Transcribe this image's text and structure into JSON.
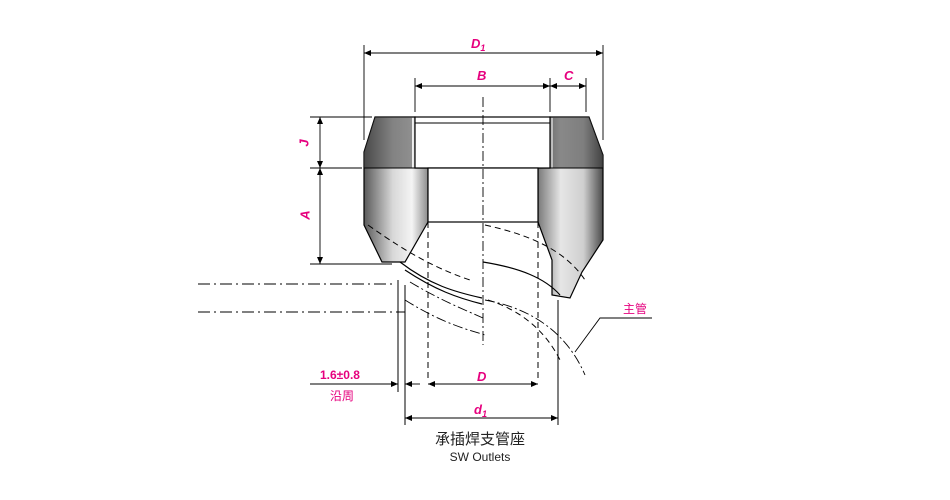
{
  "dimensions": {
    "D1": {
      "main": "D",
      "sub": "1"
    },
    "B": "B",
    "C": "C",
    "J": "J",
    "A": "A",
    "D": "D",
    "d1": {
      "main": "d",
      "sub": "1"
    },
    "gap": "1.6±0.8"
  },
  "labels": {
    "gap_note": "沿周",
    "main_pipe": "主管"
  },
  "caption": {
    "cn": "承插焊支管座",
    "en": "SW Outlets"
  },
  "colors": {
    "annotation": "#e6007e",
    "line": "#000000"
  }
}
